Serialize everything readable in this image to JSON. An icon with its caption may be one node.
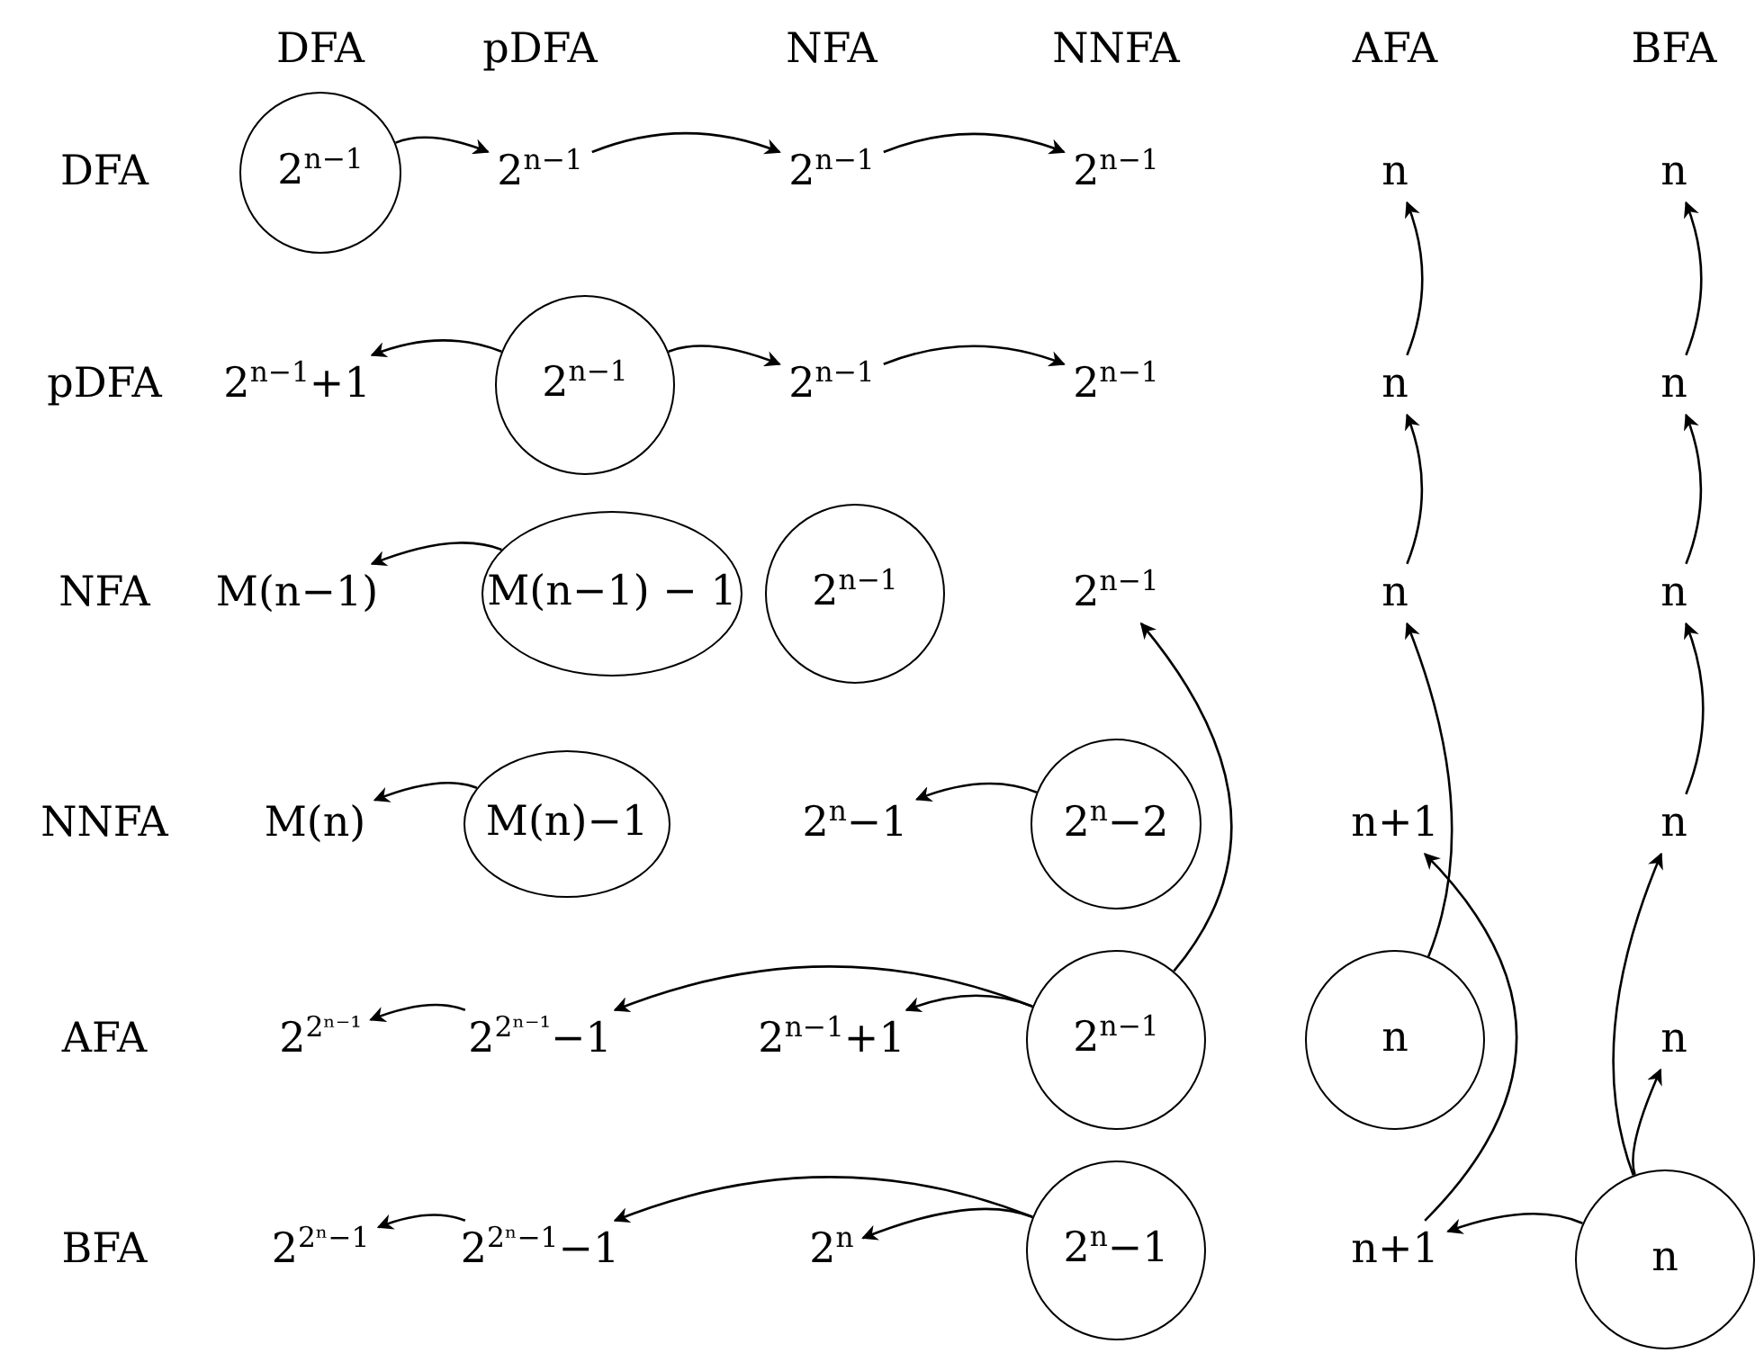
{
  "diagram": {
    "nodes": [
      {
        "text": [
          "2$^{n−1}$"
        ]
      },
      {
        "text": [
          "2$^{n−1}$"
        ]
      },
      {
        "text": [
          "2$^{n−1}$"
        ]
      },
      {
        "text": [
          "2$^{n−1}$"
        ]
      },
      {
        "text": [
          "n"
        ]
      },
      {
        "text": [
          "n"
        ]
      },
      {
        "text": [
          "2$^{n−1}$+1"
        ]
      },
      {
        "text": [
          "2$^{n−1}$"
        ]
      },
      {
        "text": [
          "2$^{n−1}$"
        ]
      },
      {
        "text": [
          "2$^{n−1}$"
        ]
      },
      {
        "text": [
          "n"
        ]
      },
      {
        "text": [
          "n"
        ]
      },
      {
        "text": [
          "M(n−1)"
        ]
      },
      {
        "text": [
          "M(n−1) − 1"
        ]
      },
      {
        "text": [
          "2$^{n−1}$"
        ]
      },
      {
        "text": [
          "2$^{n−1}$"
        ]
      },
      {
        "text": [
          "n"
        ]
      },
      {
        "text": [
          "n"
        ]
      },
      {
        "text": [
          "M(n)"
        ]
      },
      {
        "text": [
          "M(n)−1"
        ]
      },
      {
        "text": [
          "2$^{n}$−1"
        ]
      },
      {
        "text": [
          "2$^{n}$−2"
        ]
      },
      {
        "text": [
          "n+1"
        ]
      },
      {
        "text": [
          "n"
        ]
      },
      {
        "text": [
          "2$^{2ⁿ⁻¹}$"
        ]
      },
      {
        "text": [
          "2$^{2ⁿ⁻¹}$−1"
        ]
      },
      {
        "text": [
          "2$^{n−1}$+1"
        ]
      },
      {
        "text": [
          "2$^{n−1}$"
        ]
      },
      {
        "text": [
          "n"
        ]
      },
      {
        "text": [
          "n"
        ]
      },
      {
        "text": [
          "2$^{2ⁿ−1}$"
        ]
      },
      {
        "text": [
          "2$^{2ⁿ−1}$−1"
        ]
      },
      {
        "text": [
          "2$^{n}$"
        ]
      },
      {
        "text": [
          "2$^{n}$−1"
        ]
      },
      {
        "text": [
          "n+1"
        ]
      },
      {
        "text": [
          "n"
        ]
      }
    ],
    "edges": [
      {
        "from": 0,
        "to": 1,
        "arrow": "to"
      },
      {
        "from": 1,
        "to": 2,
        "arrow": "to"
      },
      {
        "from": 2,
        "to": 3,
        "arrow": "to"
      },
      {
        "from": 7,
        "to": 6,
        "arrow": "to"
      },
      {
        "from": 7,
        "to": 8,
        "arrow": "to"
      },
      {
        "from": 8,
        "to": 9,
        "arrow": "to"
      },
      {
        "from": 13,
        "to": 12,
        "arrow": "to"
      },
      {
        "from": 19,
        "to": 18,
        "arrow": "to"
      },
      {
        "from": 21,
        "to": 20,
        "arrow": "to"
      },
      {
        "from": 27,
        "to": 26,
        "arrow": "to"
      },
      {
        "from": 27,
        "to": 25,
        "arrow": "to"
      },
      {
        "from": 25,
        "to": 24,
        "arrow": "to"
      },
      {
        "from": 27,
        "to": 15,
        "arrow": "to"
      },
      {
        "from": 28,
        "to": 16,
        "arrow": "to"
      },
      {
        "from": 33,
        "to": 32,
        "arrow": "to"
      },
      {
        "from": 33,
        "to": 31,
        "arrow": "to"
      },
      {
        "from": 31,
        "to": 30,
        "arrow": "to"
      },
      {
        "from": 35,
        "to": 34,
        "arrow": "to"
      },
      {
        "from": 34,
        "to": 22,
        "arrow": "to"
      },
      {
        "from": 35,
        "to": 29,
        "arrow": "to"
      },
      {
        "from": 35,
        "to": 23,
        "arrow": "to"
      },
      {
        "from": 10,
        "to": 4,
        "arrow": "to"
      },
      {
        "from": 16,
        "to": 10,
        "arrow": "to"
      },
      {
        "from": 11,
        "to": 5,
        "arrow": "to"
      },
      {
        "from": 17,
        "to": 11,
        "arrow": "to"
      },
      {
        "from": 23,
        "to": 17,
        "arrow": "to"
      }
    ],
    "labels": [
      "DFA",
      "pDFA",
      "NFA",
      "NNFA",
      "AFA",
      "BFA",
      "DFA",
      "pDFA",
      "NFA",
      "NNFA",
      "AFA",
      "BFA"
    ]
  }
}
